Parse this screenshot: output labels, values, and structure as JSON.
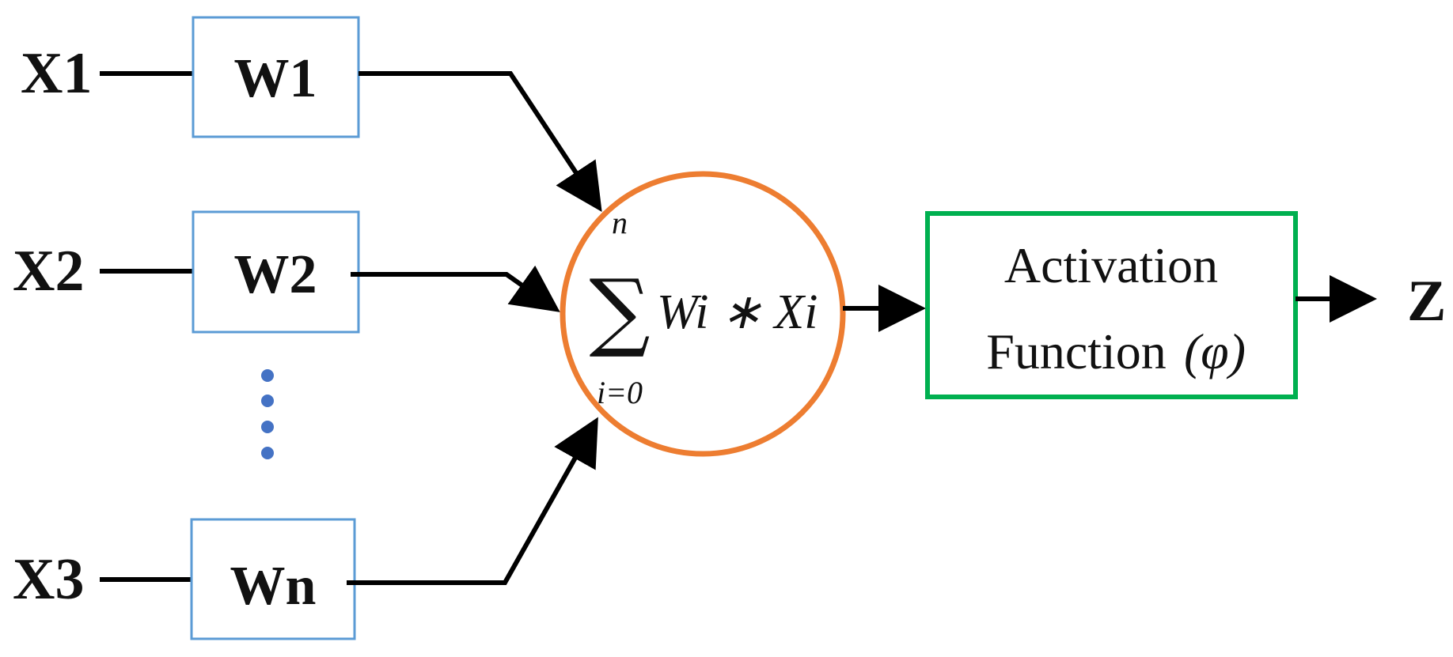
{
  "inputs": [
    {
      "label": "X1",
      "weight": "W1"
    },
    {
      "label": "X2",
      "weight": "W2"
    },
    {
      "label": "X3",
      "weight": "Wn"
    }
  ],
  "summation": {
    "symbol": "∑",
    "upper_limit": "n",
    "lower_limit": "i=0",
    "expression": "Wi ∗ Xi"
  },
  "activation": {
    "line1": "Activation",
    "line2": "Function",
    "symbol": "(φ)"
  },
  "output": {
    "label": "Z"
  },
  "colors": {
    "weight_box_border": "#5b9bd5",
    "summation_circle": "#ed7d31",
    "activation_box_border": "#00b050",
    "ellipsis_dots": "#4472c4",
    "lines": "#000000"
  }
}
